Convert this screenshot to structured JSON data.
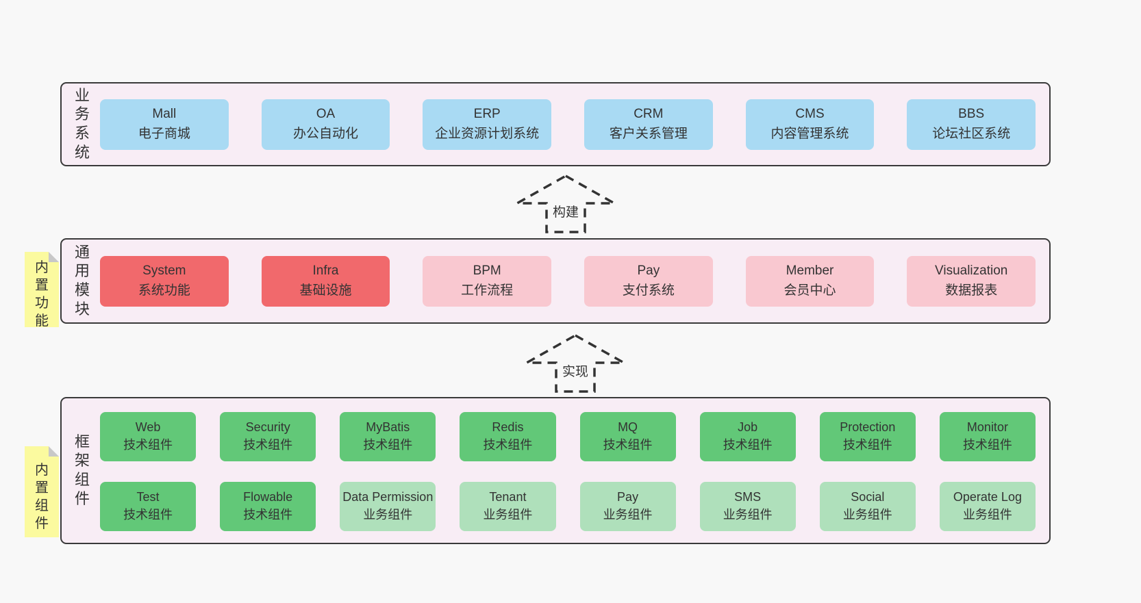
{
  "colors": {
    "page_bg": "#f8f8f8",
    "panel_bg": "#f8edf5",
    "panel_border": "#3a3a3a",
    "box_blue": "#a9daf3",
    "box_red": "#f1696c",
    "box_pink": "#f9c8d0",
    "box_green": "#62c878",
    "box_lightgreen": "#afe0bb",
    "sticky_yellow": "#fbfa9f",
    "sticky_fold_gray": "#c8c8c8",
    "text": "#333333"
  },
  "arrows": [
    {
      "label": "构建"
    },
    {
      "label": "实现"
    }
  ],
  "layers": {
    "business": {
      "vertical_label": "业务系统",
      "boxes": [
        {
          "title": "Mall",
          "subtitle": "电子商城"
        },
        {
          "title": "OA",
          "subtitle": "办公自动化"
        },
        {
          "title": "ERP",
          "subtitle": "企业资源计划系统"
        },
        {
          "title": "CRM",
          "subtitle": "客户关系管理"
        },
        {
          "title": "CMS",
          "subtitle": "内容管理系统"
        },
        {
          "title": "BBS",
          "subtitle": "论坛社区系统"
        }
      ]
    },
    "modules": {
      "vertical_label": "通用模块",
      "sticky_label": "内置功能",
      "boxes": [
        {
          "title": "System",
          "subtitle": "系统功能",
          "variant": "red"
        },
        {
          "title": "Infra",
          "subtitle": "基础设施",
          "variant": "red"
        },
        {
          "title": "BPM",
          "subtitle": "工作流程",
          "variant": "pink"
        },
        {
          "title": "Pay",
          "subtitle": "支付系统",
          "variant": "pink"
        },
        {
          "title": "Member",
          "subtitle": "会员中心",
          "variant": "pink"
        },
        {
          "title": "Visualization",
          "subtitle": "数据报表",
          "variant": "pink"
        }
      ]
    },
    "components": {
      "vertical_label": "框架组件",
      "sticky_label": "内置组件",
      "row1": [
        {
          "title": "Web",
          "subtitle": "技术组件",
          "variant": "green"
        },
        {
          "title": "Security",
          "subtitle": "技术组件",
          "variant": "green"
        },
        {
          "title": "MyBatis",
          "subtitle": "技术组件",
          "variant": "green"
        },
        {
          "title": "Redis",
          "subtitle": "技术组件",
          "variant": "green"
        },
        {
          "title": "MQ",
          "subtitle": "技术组件",
          "variant": "green"
        },
        {
          "title": "Job",
          "subtitle": "技术组件",
          "variant": "green"
        },
        {
          "title": "Protection",
          "subtitle": "技术组件",
          "variant": "green"
        },
        {
          "title": "Monitor",
          "subtitle": "技术组件",
          "variant": "green"
        }
      ],
      "row2": [
        {
          "title": "Test",
          "subtitle": "技术组件",
          "variant": "green"
        },
        {
          "title": "Flowable",
          "subtitle": "技术组件",
          "variant": "green"
        },
        {
          "title": "Data Permission",
          "subtitle": "业务组件",
          "variant": "lightgreen"
        },
        {
          "title": "Tenant",
          "subtitle": "业务组件",
          "variant": "lightgreen"
        },
        {
          "title": "Pay",
          "subtitle": "业务组件",
          "variant": "lightgreen"
        },
        {
          "title": "SMS",
          "subtitle": "业务组件",
          "variant": "lightgreen"
        },
        {
          "title": "Social",
          "subtitle": "业务组件",
          "variant": "lightgreen"
        },
        {
          "title": "Operate Log",
          "subtitle": "业务组件",
          "variant": "lightgreen"
        }
      ]
    }
  }
}
